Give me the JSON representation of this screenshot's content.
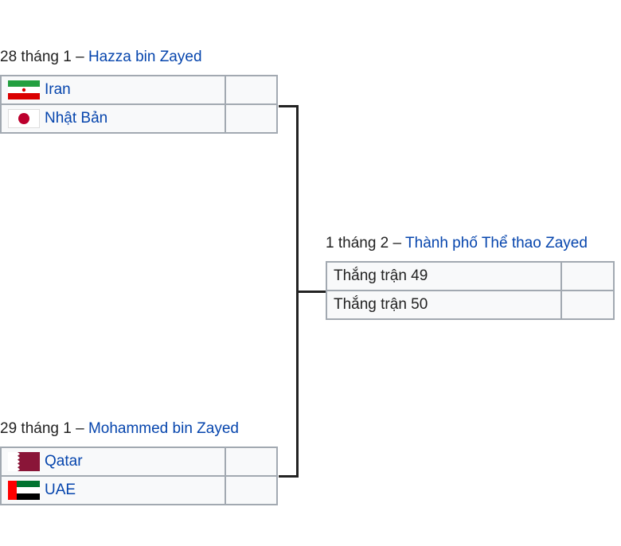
{
  "matches": [
    {
      "date": "28 tháng 1 – ",
      "venue": "Hazza bin Zayed",
      "teams": [
        {
          "name": "Iran",
          "flag": "iran-flag-icon"
        },
        {
          "name": "Nhật Bản",
          "flag": "japan-flag-icon"
        }
      ]
    },
    {
      "date": "29 tháng 1 – ",
      "venue": "Mohammed bin Zayed",
      "teams": [
        {
          "name": "Qatar",
          "flag": "qatar-flag-icon"
        },
        {
          "name": "UAE",
          "flag": "uae-flag-icon"
        }
      ]
    }
  ],
  "final": {
    "date": "1 tháng 2 – ",
    "venue": "Thành phố Thể thao Zayed",
    "teams": [
      {
        "name": "Thắng trận 49"
      },
      {
        "name": "Thắng trận 50"
      }
    ]
  },
  "colors": {
    "link": "#0645ad",
    "cell_background": "#f8f9fa",
    "cell_border": "#a2a9b1",
    "connector": "#222222"
  }
}
